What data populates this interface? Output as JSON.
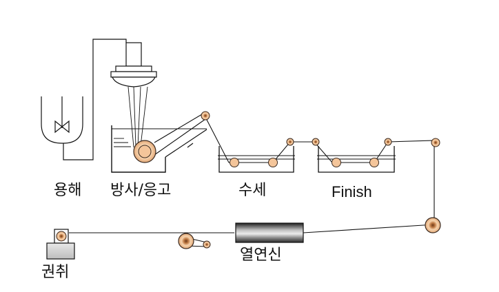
{
  "labels": {
    "dissolution": "용해",
    "spinning": "방사/응고",
    "washing": "수세",
    "finish": "Finish",
    "hot_drawing": "열연신",
    "winding": "권취"
  },
  "colors": {
    "roller_fill": "#f4c59a",
    "roller_stroke": "#3a2a20",
    "roller_core": "#7a4a2a",
    "heater_dark": "#2b2b2b",
    "heater_light": "#d8d8d8",
    "winder_body": "#d6d6d6",
    "line": "#111111"
  }
}
